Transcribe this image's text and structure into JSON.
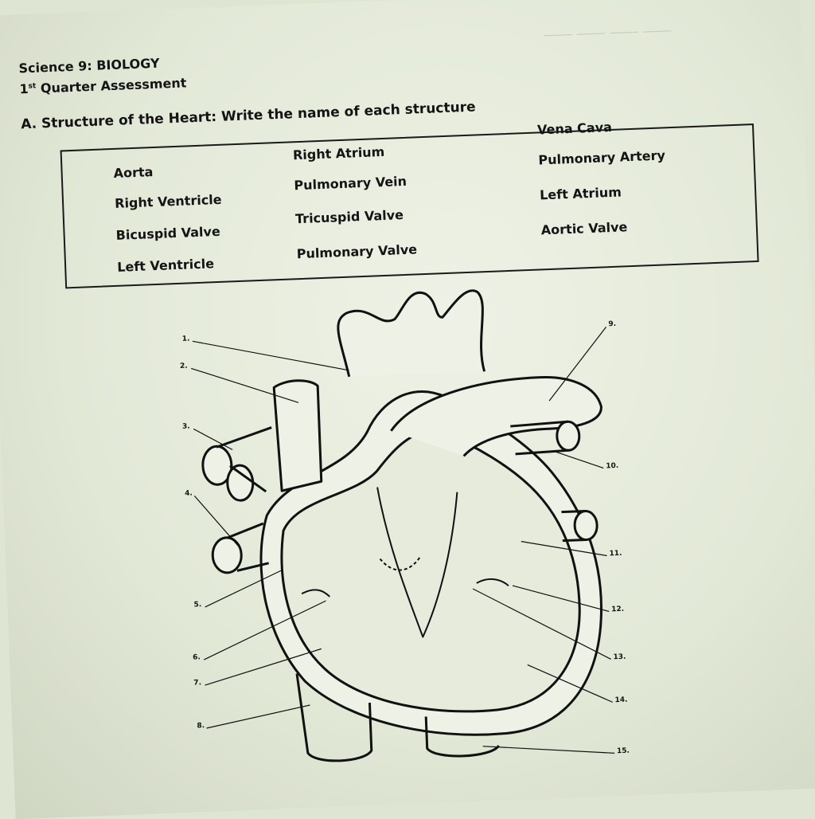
{
  "header": {
    "line1": "Science 9: BIOLOGY",
    "line2": "1st Quarter Assessment"
  },
  "section": {
    "instruction": "A. Structure of the Heart: Write the name of each structure"
  },
  "word_bank": {
    "col1": [
      "Aorta",
      "Right Ventricle",
      "Bicuspid Valve",
      "Left Ventricle"
    ],
    "col2": [
      "Right Atrium",
      "Pulmonary Vein",
      "Tricuspid Valve",
      "Pulmonary Valve"
    ],
    "col3": [
      "Vena Cava",
      "Pulmonary Artery",
      "Left Atrium",
      "Aortic Valve"
    ]
  },
  "diagram": {
    "labels": [
      "1.",
      "2.",
      "3.",
      "4.",
      "5.",
      "6.",
      "7.",
      "8.",
      "9.",
      "10.",
      "11.",
      "12.",
      "13.",
      "14.",
      "15."
    ]
  }
}
